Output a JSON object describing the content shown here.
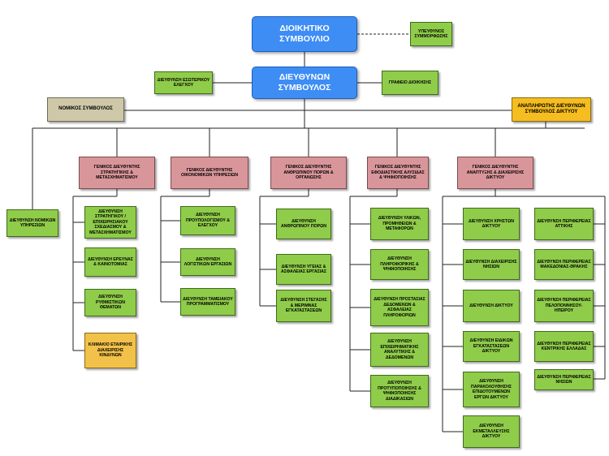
{
  "top": {
    "board": "ΔΙΟΙΚΗΤΙΚΟ ΣΥΜΒΟΥΛΙΟ",
    "compliance": "ΥΠΕΥΘΥΝΟΣ ΣΥΜΜΟΡΦΩΣΗΣ",
    "ceo": "ΔΙΕΥΘΥΝΩΝ ΣΥΜΒΟΥΛΟΣ",
    "audit": "ΔΙΕΥΘΥΝΣΗ ΕΣΩΤΕΡΙΚΟΥ ΕΛΕΓΧΟΥ",
    "office": "ΓΡΑΦΕΙΟ ΔΙΟΙΚΗΣΗΣ",
    "legal_advisor": "ΝΟΜΙΚΟΣ ΣΥΜΒΟΥΛΟΣ",
    "deputy_ceo": "ΑΝΑΠΛΗΡΩΤΗΣ ΔΙΕΥΘΥΝΩΝ ΣΥΜΒΟΥΛΟΣ ΔΙΚΤΥΟΥ"
  },
  "legal_services": "ΔΙΕΥΘΥΝΣΗ ΝΟΜΙΚΩΝ ΥΠΗΡΕΣΙΩΝ",
  "general_directorates": [
    {
      "title": "ΓΕΝΙΚΟΣ ΔΙΕΥΘΥΝΤΗΣ ΣΤΡΑΤΗΓΙΚΗΣ & ΜΕΤΑΣΧΗΜΑΤΙΣΜΟΥ",
      "units": [
        "ΔΙΕΥΘΥΝΣΗ ΣΤΡΑΤΗΓΙΚΟΥ / ΕΠΙΧΕΙΡΗΣΙΑΚΟΥ ΣΧΕΔΙΑΣΜΟΥ & ΜΕΤΑΣΧΗΜΑΤΙΣΜΟΥ",
        "ΔΙΕΥΘΥΝΣΗ ΕΡΕΥΝΑΣ & ΚΑΙΝΟΤΟΜΙΑΣ",
        "ΔΙΕΥΘΥΝΣΗ ΡΥΘΜΙΣΤΙΚΩΝ ΘΕΜΑΤΩΝ",
        "ΚΛΙΜΑΚΙΟ ΕΤΑΙΡΙΚΗΣ ΔΙΑΧΕΙΡΙΣΗΣ ΚΙΝΔΥΝΩΝ"
      ]
    },
    {
      "title": "ΓΕΝΙΚΟΣ ΔΙΕΥΘΥΝΤΗΣ ΟΙΚΟΝΟΜΙΚΩΝ ΥΠΗΡΕΣΙΩΝ",
      "units": [
        "ΔΙΕΥΘΥΝΣΗ ΠΡΟΥΠΟΛΟΓΙΣΜΟΥ & ΕΛΕΓΧΟΥ",
        "ΔΙΕΥΘΥΝΣΗ ΛΟΓΙΣΤΙΚΩΝ ΕΡΓΑΣΙΩΝ",
        "ΔΙΕΥΘΥΝΣΗ ΤΑΜΕΙΑΚΟΥ ΠΡΟΓΡΑΜΜΑΤΙΣΜΟΥ"
      ]
    },
    {
      "title": "ΓΕΝΙΚΟΣ ΔΙΕΥΘΥΝΤΗΣ ΑΝΘΡΩΠΙΝΟΥ ΠΟΡΩΝ & ΟΡΓΑΝΩΣΗΣ",
      "units": [
        "ΔΙΕΥΘΥΝΣΗ ΑΝΘΡΩΠΙΝΟΥ ΠΟΡΩΝ",
        "ΔΙΕΥΘΥΝΣΗ ΥΓΕΙΑΣ & ΑΣΦΑΛΕΙΑΣ ΕΡΓΑΣΙΑΣ",
        "ΔΙΕΥΘΥΝΣΗ ΣΤΕΓΑΣΗΣ & ΜΕΡΙΜΝΑΣ ΕΓΚΑΤΑΣΤΑΣΕΩΝ"
      ]
    },
    {
      "title": "ΓΕΝΙΚΟΣ ΔΙΕΥΘΥΝΤΗΣ ΕΦΟΔΙΑΣΤΙΚΗΣ ΑΛΥΣΙΔΑΣ & ΨΗΦΙΟΠΟΙΗΣΗΣ",
      "units": [
        "ΔΙΕΥΘΥΝΣΗ ΥΛΙΚΩΝ, ΠΡΟΜΗΘΕΙΩΝ & ΜΕΤΑΦΟΡΩΝ",
        "ΔΙΕΥΘΥΝΣΗ ΠΛΗΡΟΦΟΡΙΚΗΣ & ΨΗΦΙΟΠΟΙΗΣΗΣ",
        "ΔΙΕΥΘΥΝΣΗ ΠΡΟΣΤΑΣΙΑΣ ΔΕΔΟΜΕΝΩΝ & ΑΣΦΑΛΕΙΑΣ ΠΛΗΡΟΦΟΡΙΩΝ",
        "ΔΙΕΥΘΥΝΣΗ ΕΠΙΧΕΙΡΗΜΑΤΙΚΗΣ ΑΝΑΛΥΤΙΚΗΣ & ΔΕΔΟΜΕΝΩΝ",
        "ΔΙΕΥΘΥΝΣΗ ΠΡΟΤΥΠΟΠΟΙΗΣΗΣ & ΨΗΦΙΟΠΟΙΗΣΗΣ ΔΙΑΔΙΚΑΣΙΩΝ"
      ]
    },
    {
      "title": "ΓΕΝΙΚΟΣ ΔΙΕΥΘΥΝΤΗΣ ΑΝΑΠΤΥΞΗΣ & ΔΙΑΧΕΙΡΙΣΗΣ ΔΙΚΤΥΟΥ",
      "units": [
        "ΔΙΕΥΘΥΝΣΗ ΧΡΗΣΤΩΝ ΔΙΚΤΥΟΥ",
        "ΔΙΕΥΘΥΝΣΗ ΔΙΑΧΕΙΡΙΣΗΣ ΝΗΣΙΩΝ",
        "ΔΙΕΥΘΥΝΣΗ ΔΙΚΤΥΟΥ",
        "ΔΙΕΥΘΥΝΣΗ ΕΙΔΙΚΩΝ ΕΓΚΑΤΑΣΤΑΣΕΩΝ ΔΙΚΤΥΟΥ",
        "ΔΙΕΥΘΥΝΣΗ ΠΑΡΑΚΟΛΟΥΘΗΣΗΣ ΕΠΙΔΟΤΟΥΜΕΝΩΝ ΕΡΓΩΝ ΔΙΚΤΥΟΥ",
        "ΔΙΕΥΘΥΝΣΗ ΕΚΜΕΤΑΛΛΕΥΣΗΣ ΔΙΚΤΥΟΥ"
      ],
      "regions": [
        "ΔΙΕΥΘΥΝΣΗ ΠΕΡΙΦΕΡΕΙΑΣ ΑΤΤΙΚΗΣ",
        "ΔΙΕΥΘΥΝΣΗ ΠΕΡΙΦΕΡΕΙΑΣ ΜΑΚΕΔΟΝΙΑΣ-ΘΡΑΚΗΣ",
        "ΔΙΕΥΘΥΝΣΗ ΠΕΡΙΦΕΡΕΙΑΣ ΠΕΛΟΠΟΝΝΗΣΟΥ-ΗΠΕΙΡΟΥ",
        "ΔΙΕΥΘΥΝΣΗ ΠΕΡΙΦΕΡΕΙΑΣ ΚΕΝΤΡΙΚΗΣ ΕΛΛΑΔΑΣ",
        "ΔΙΕΥΘΥΝΣΗ ΠΕΡΙΦΕΡΕΙΑΣ ΝΗΣΙΩΝ"
      ]
    }
  ],
  "colors": {
    "board": "#3d8df5",
    "general_director": "#d9969a",
    "directorate": "#8fcc4a",
    "committee": "#f2c14a",
    "advisor": "#cfc8a8"
  }
}
